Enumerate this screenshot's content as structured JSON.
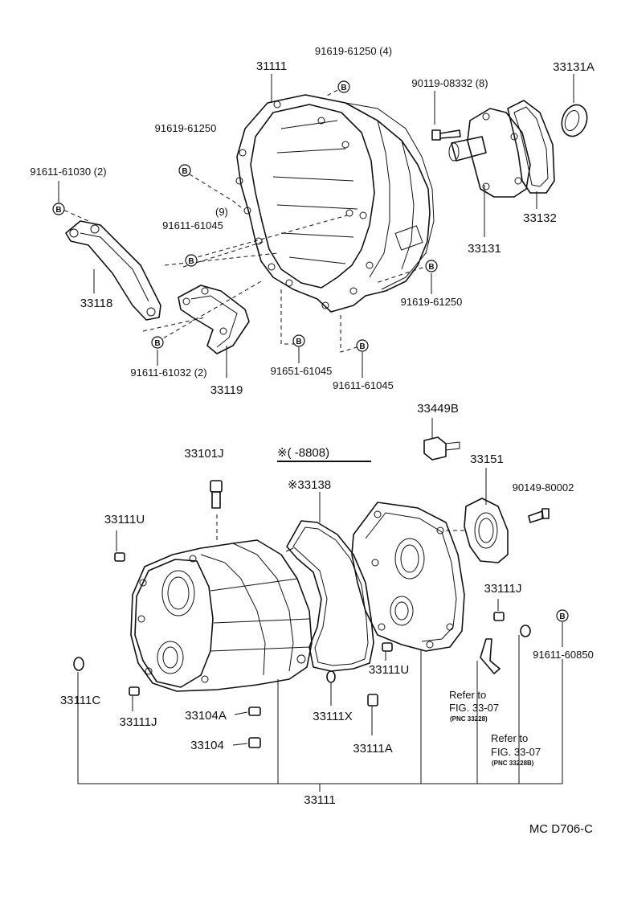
{
  "diagram": {
    "code": "MC D706-C",
    "bolt_mark_letter": "B",
    "note_range": "※(      -8808)",
    "labels": {
      "p31111_top": "31111",
      "p91619_61250_4": "91619-61250 (4)",
      "p33131A": "33131A",
      "p90119_08332_8": "90119-08332 (8)",
      "p91619_61250_a": "91619-61250",
      "p91611_61030_2": "91611-61030 (2)",
      "p9": "(9)",
      "p91611_61045_a": "91611-61045",
      "p33132": "33132",
      "p33131": "33131",
      "p33118": "33118",
      "p91619_61250_b": "91619-61250",
      "p91611_61032_2": "91611-61032 (2)",
      "p91651_61045": "91651-61045",
      "p91611_61045_b": "91611-61045",
      "p33119": "33119",
      "p33449B": "33449B",
      "p33101J": "33101J",
      "p33151": "33151",
      "p33138": "※33138",
      "p90149_80002": "90149-80002",
      "p33111U_a": "33111U",
      "p33111J_a": "33111J",
      "p91611_60850": "91611-60850",
      "p33111U_b": "33111U",
      "p33111C": "33111C",
      "p33111J_b": "33111J",
      "p33104A": "33104A",
      "p33111X": "33111X",
      "p33104": "33104",
      "p33111A": "33111A",
      "p33111_bottom": "33111",
      "refer1_a": "Refer to",
      "refer1_b": "FIG. 33-07",
      "refer1_c": "(PNC 33228)",
      "refer2_a": "Refer to",
      "refer2_b": "FIG. 33-07",
      "refer2_c": "(PNC 33228B)"
    }
  }
}
